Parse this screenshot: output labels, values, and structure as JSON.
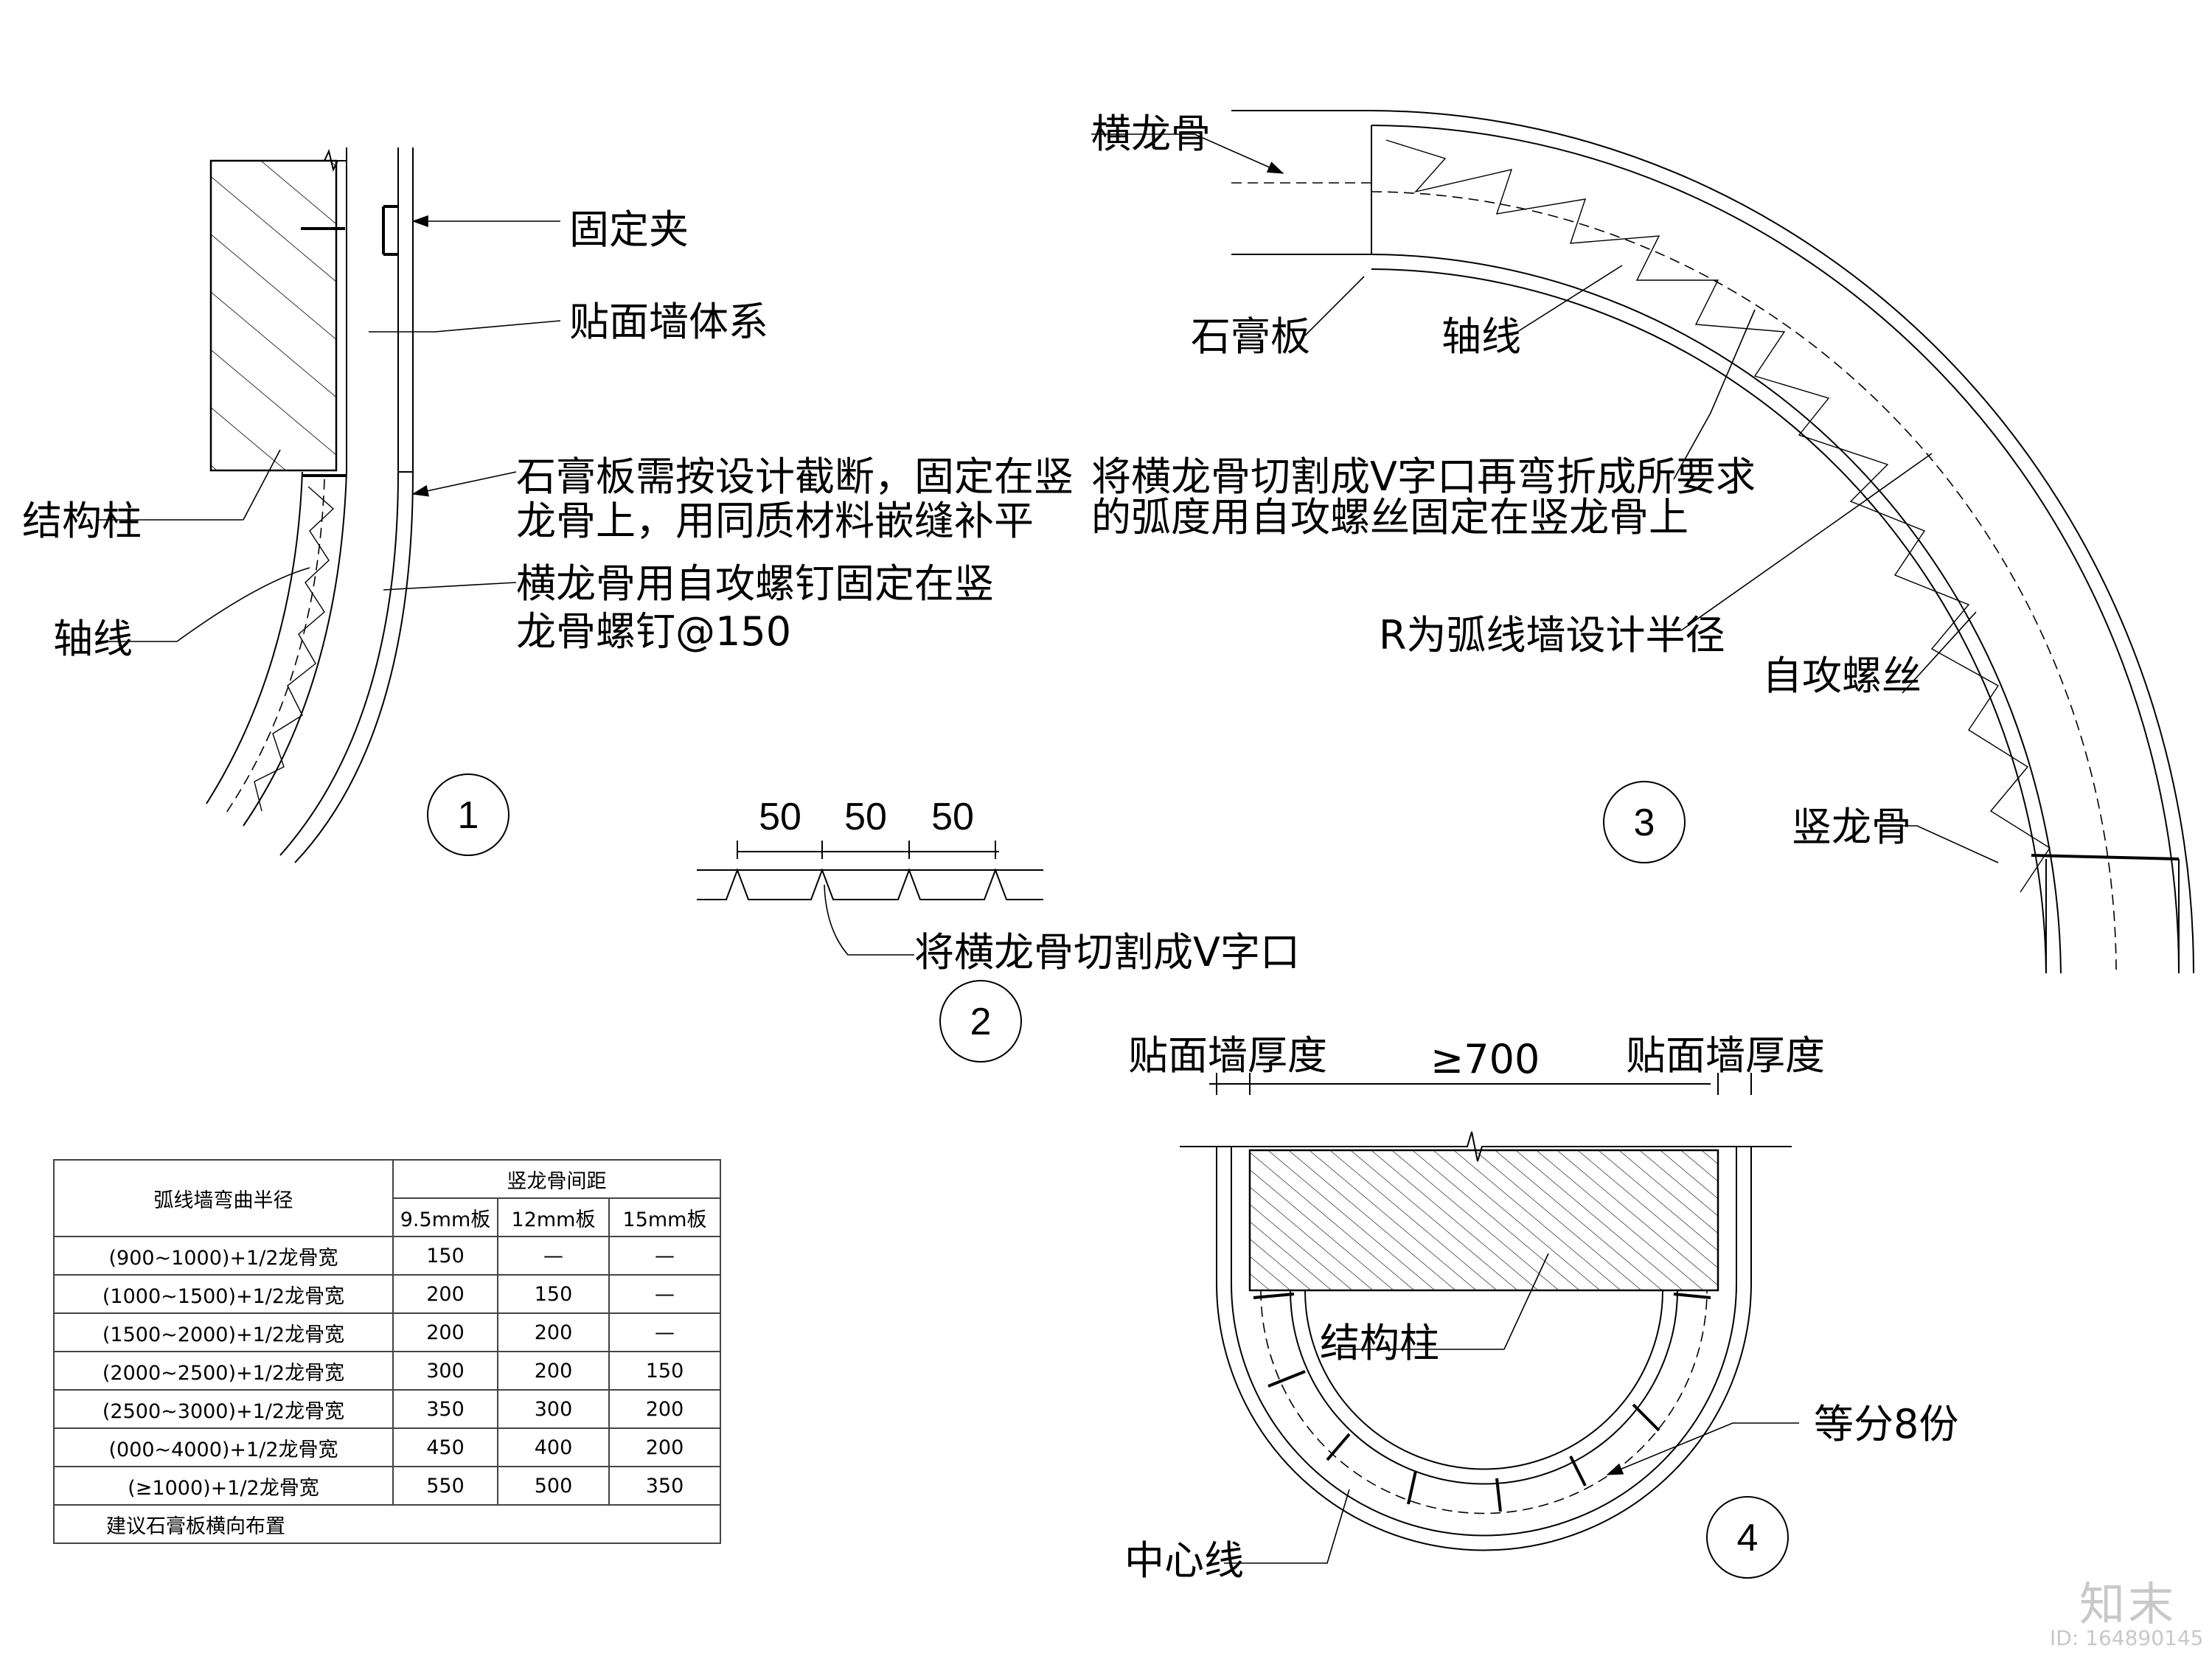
{
  "detail1": {
    "clip": "固定夹",
    "cladding_system": "贴面墙体系",
    "column": "结构柱",
    "axis": "轴线",
    "gypsum_note_1": "石膏板需按设计截断，固定在竖",
    "gypsum_note_2": "龙骨上，用同质材料嵌缝补平",
    "screw_note_1": "横龙骨用自攻螺钉固定在竖",
    "screw_note_2": "龙骨螺钉@150",
    "number": "1"
  },
  "detail2": {
    "dim_1": "50",
    "dim_2": "50",
    "dim_3": "50",
    "cut_note": "将横龙骨切割成V字口",
    "number": "2"
  },
  "detail3": {
    "horizontal_keel": "横龙骨",
    "gypsum_board": "石膏板",
    "axis": "轴线",
    "bend_note_1": "将横龙骨切割成V字口再弯折成所要求",
    "bend_note_2": "的弧度用自攻螺丝固定在竖龙骨上",
    "radius_note": "R为弧线墙设计半径",
    "screw": "自攻螺丝",
    "vertical_keel": "竖龙骨",
    "number": "3"
  },
  "detail4": {
    "thickness_left": "贴面墙厚度",
    "min_width": "≥700",
    "thickness_right": "贴面墙厚度",
    "column": "结构柱",
    "divide": "等分8份",
    "centerline": "中心线",
    "number": "4"
  },
  "table": {
    "header_radius": "弧线墙弯曲半径",
    "header_spacing": "竖龙骨间距",
    "columns": [
      "9.5mm板",
      "12mm板",
      "15mm板"
    ],
    "rows": [
      {
        "radius": "(900~1000)+1/2龙骨宽",
        "v1": "150",
        "v2": "—",
        "v3": "—"
      },
      {
        "radius": "(1000~1500)+1/2龙骨宽",
        "v1": "200",
        "v2": "150",
        "v3": "—"
      },
      {
        "radius": "(1500~2000)+1/2龙骨宽",
        "v1": "200",
        "v2": "200",
        "v3": "—"
      },
      {
        "radius": "(2000~2500)+1/2龙骨宽",
        "v1": "300",
        "v2": "200",
        "v3": "150"
      },
      {
        "radius": "(2500~3000)+1/2龙骨宽",
        "v1": "350",
        "v2": "300",
        "v3": "200"
      },
      {
        "radius": "(000~4000)+1/2龙骨宽",
        "v1": "450",
        "v2": "400",
        "v3": "200"
      },
      {
        "radius": "(≥1000)+1/2龙骨宽",
        "v1": "550",
        "v2": "500",
        "v3": "350"
      }
    ],
    "note": "建议石膏板横向布置"
  },
  "watermark": {
    "brand": "知末",
    "id": "ID: 164890145"
  }
}
